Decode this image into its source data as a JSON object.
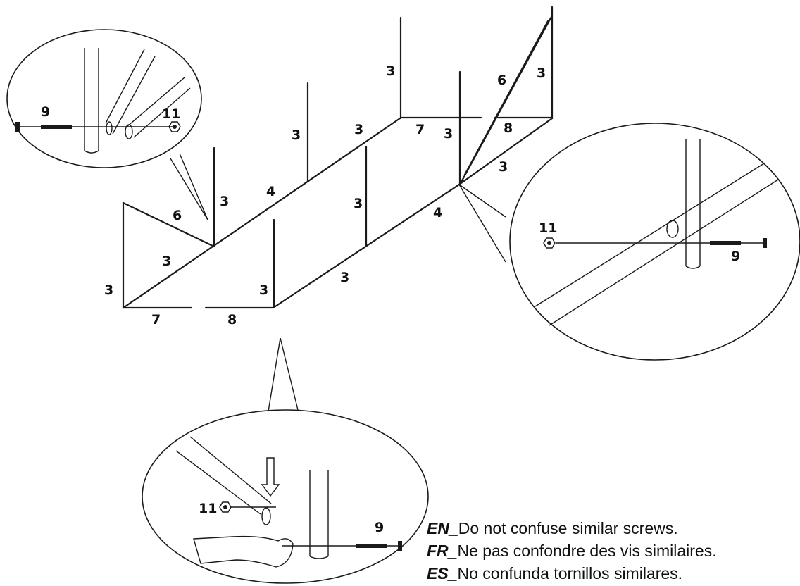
{
  "part_labels": {
    "tube_3": "3",
    "tube_4": "4",
    "tube_6": "6",
    "tube_7": "7",
    "tube_8": "8",
    "screw_9": "9",
    "nut_11": "11"
  },
  "notes": [
    {
      "code": "EN_",
      "text": "Do not confuse similar screws."
    },
    {
      "code": "FR_",
      "text": "Ne pas confondre des vis similaires."
    },
    {
      "code": "ES_",
      "text": "No confunda tornillos similares."
    }
  ]
}
